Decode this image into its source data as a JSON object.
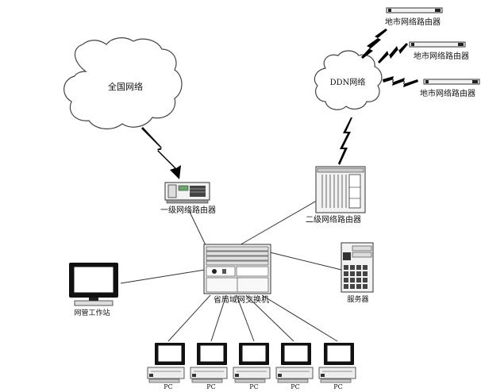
{
  "clouds": {
    "national": "全国网络",
    "ddn": "DDN网络"
  },
  "routers": {
    "city_top": "地市网络路由器",
    "city_mid": "地市网络路由器",
    "city_bottom": "地市网络路由器",
    "level1": "一级网络路由器",
    "level2": "二级网络路由器"
  },
  "switch_label": "省局域网交换机",
  "server_label": "服务器",
  "workstation_label": "网管工作站",
  "pcs": [
    "PC",
    "PC",
    "PC",
    "PC",
    "PC"
  ]
}
